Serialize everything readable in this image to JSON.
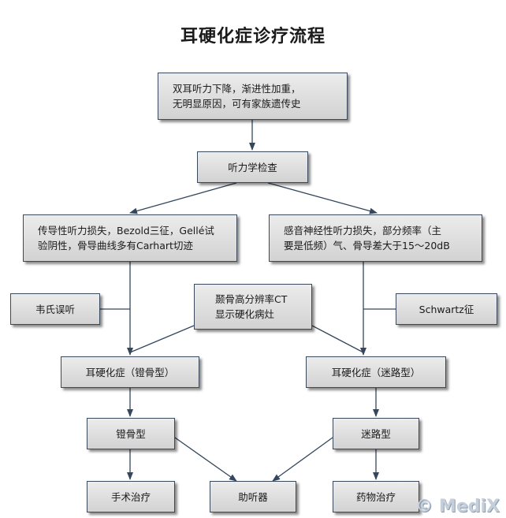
{
  "title": "耳硬化症诊疗流程",
  "nodes": {
    "symptom": [
      "双耳听力下降，渐进性加重，",
      "无明显原因，可有家族遗传史"
    ],
    "exam": "听力学检查",
    "conductive": [
      "传导性听力损失，Bezold三征，Gellé试",
      "验阴性，骨导曲线多有Carhart切迹"
    ],
    "sensorineural": [
      "感音神经性听力损失，部分频率（主",
      "要是低频）气、骨导差大于15～20dB"
    ],
    "weber": "韦氏误听",
    "ct": [
      "颞骨高分辨率CT",
      "显示硬化病灶"
    ],
    "schwartz": "Schwartz征",
    "stapedial_oto": "耳硬化症（镫骨型）",
    "cochlear_oto": "耳硬化症（迷路型）",
    "stapedial": "镫骨型",
    "cochlear": "迷路型",
    "surgery": "手术治疗",
    "hearing_aid": "助听器",
    "medication": "药物治疗"
  },
  "watermark": "© MediX"
}
